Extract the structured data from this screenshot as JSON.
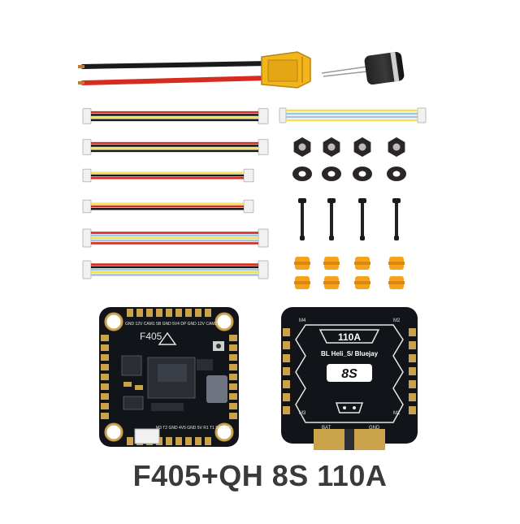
{
  "caption": "F405+QH 8S 110A",
  "fc_board": {
    "model_label": "F405",
    "pad_row_top": "GND 12V CAM1 5B GND 5V4 DP GND 12V CAM2",
    "pad_row_bottom": "M3 T2 GND 4V5 GND 5V R1 T1 SDA SCL"
  },
  "esc_board": {
    "current_label": "110A",
    "firmware_label": "BL Heli_S/ Bluejay",
    "cell_label": "8S",
    "motor_labels": [
      "M4",
      "M2",
      "M3",
      "M1"
    ],
    "bottom_pad_labels": [
      "BAT",
      "GND"
    ]
  },
  "colors": {
    "pcb": "#111418",
    "gold": "#c9a24a",
    "xt60": "#f2b51c",
    "red_wire": "#d62b1f",
    "black_wire": "#1a1a1a",
    "yellow_wire": "#f4e04d",
    "blue_wire": "#9fc6e8",
    "orange_damper": "#f6a21a"
  }
}
